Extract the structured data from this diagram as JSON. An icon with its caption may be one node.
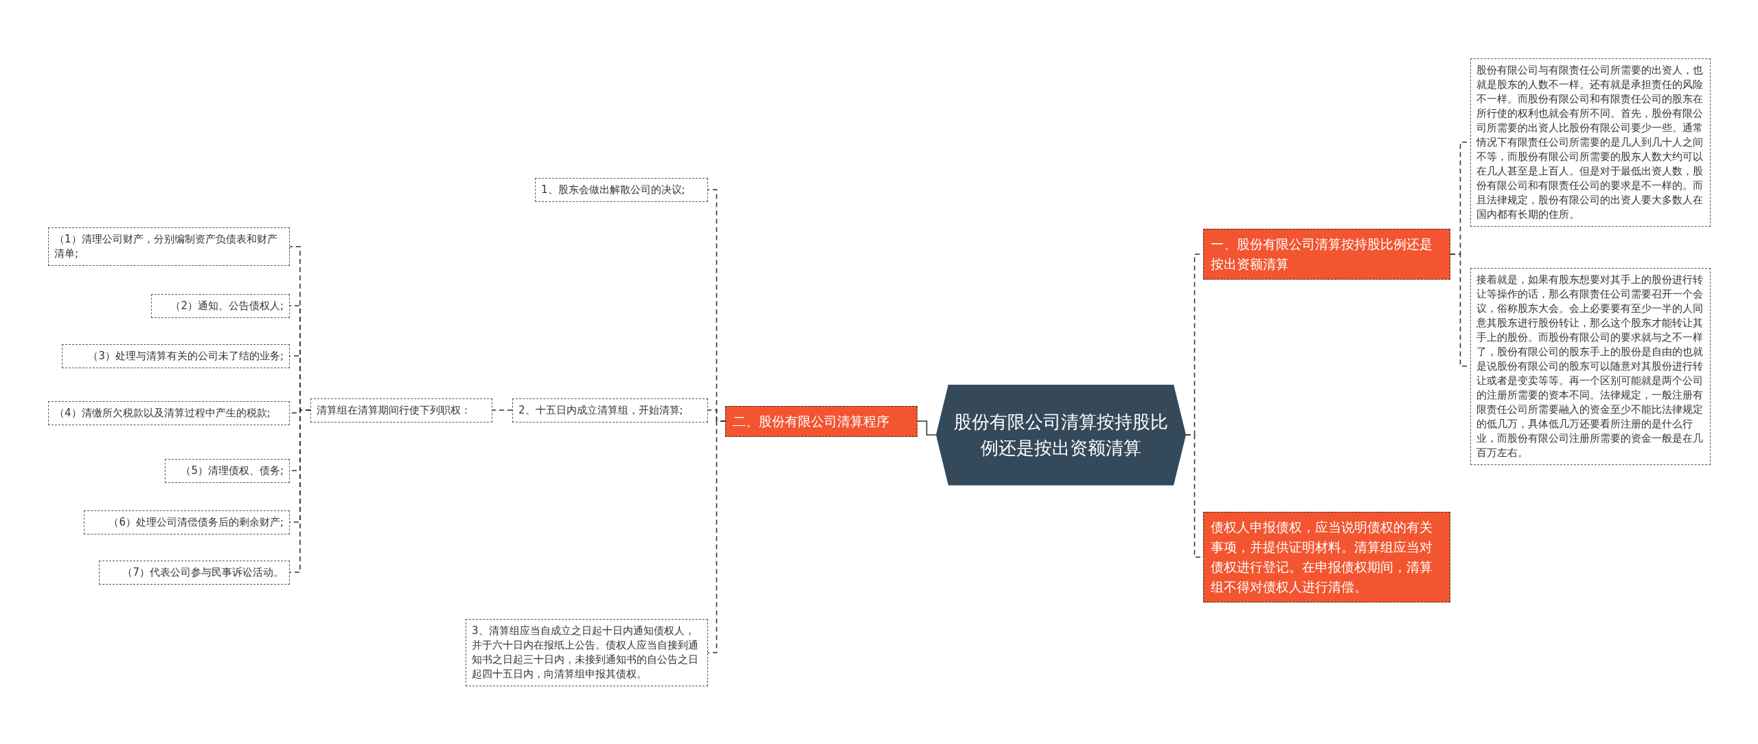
{
  "diagram": {
    "nodes": [
      {
        "text": [
          "股份有限公司清算按持股比例还是按出资额清算"
        ]
      },
      {
        "text": [
          "二、股份有限公司清算程序"
        ]
      },
      {
        "text": [
          "1、股东会做出解散公司的决议;"
        ]
      },
      {
        "text": [
          "2、十五日内成立清算组，开始清算;"
        ]
      },
      {
        "text": [
          "清算组在清算期间行使下列职权："
        ]
      },
      {
        "text": [
          "（1）清理公司财产，分别编制资产负债表和财产清单;"
        ]
      },
      {
        "text": [
          "（2）通知、公告债权人;"
        ]
      },
      {
        "text": [
          "（3）处理与清算有关的公司未了结的业务;"
        ]
      },
      {
        "text": [
          "（4）清缴所欠税款以及清算过程中产生的税款;"
        ]
      },
      {
        "text": [
          "（5）清理债权、债务;"
        ]
      },
      {
        "text": [
          "（6）处理公司清偿债务后的剩余财产;"
        ]
      },
      {
        "text": [
          "（7）代表公司参与民事诉讼活动。"
        ]
      },
      {
        "text": [
          "3、清算组应当自成立之日起十日内通知债权人，并于六十日内在报纸上公告。债权人应当自接到通知书之日起三十日内，未接到通知书的自公告之日起四十五日内，向清算组申报其债权。"
        ]
      },
      {
        "text": [
          "一、股份有限公司清算按持股比例还是按出资额清算"
        ]
      },
      {
        "text": [
          "股份有限公司与有限责任公司所需要的出资人，也就是股东的人数不一样。还有就是承担责任的风险不一样。而股份有限公司和有限责任公司的股东在所行使的权利也就会有所不同。首先，股份有限公司所需要的出资人比股份有限公司要少一些。通常情况下有限责任公司所需要的是几人到几十人之间不等，而股份有限公司所需要的股东人数大约可以在几人甚至是上百人。但是对于最低出资人数，股份有限公司和有限责任公司的要求是不一样的。而且法律规定，股份有限公司的出资人要大多数人在国内都有长期的住所。"
        ]
      },
      {
        "text": [
          "接着就是，如果有股东想要对其手上的股份进行转让等操作的话，那么有限责任公司需要召开一个会议，俗称股东大会。会上必要要有至少一半的人同意其股东进行股份转让，那么这个股东才能转让其手上的股份。而股份有限公司的要求就与之不一样了，股份有限公司的股东手上的股份是自由的也就是说股份有限公司的股东可以随意对其股份进行转让或者是变卖等等。再一个区别可能就是两个公司的注册所需要的资本不同。法律规定，一般注册有限责任公司所需要融入的资金至少不能比法律规定的低几万，具体低几万还要看所注册的是什么行业，而股份有限公司注册所需要的资金一般是在几百万左右。"
        ]
      },
      {
        "text": [
          "债权人申报债权，应当说明债权的有关事项，并提供证明材料。清算组应当对债权进行登记。在申报债权期间，清算组不得对债权人进行清偿。"
        ]
      }
    ],
    "edges": [
      {
        "from": 0,
        "to": 1,
        "arrow": "none"
      },
      {
        "from": 1,
        "to": 2,
        "arrow": "none",
        "style": "dashed"
      },
      {
        "from": 1,
        "to": 3,
        "arrow": "none",
        "style": "dashed"
      },
      {
        "from": 3,
        "to": 4,
        "arrow": "none",
        "style": "dashed"
      },
      {
        "from": 4,
        "to": 5,
        "arrow": "none",
        "style": "dashed"
      },
      {
        "from": 4,
        "to": 6,
        "arrow": "none",
        "style": "dashed"
      },
      {
        "from": 4,
        "to": 7,
        "arrow": "none",
        "style": "dashed"
      },
      {
        "from": 4,
        "to": 8,
        "arrow": "none",
        "style": "dashed"
      },
      {
        "from": 4,
        "to": 9,
        "arrow": "none",
        "style": "dashed"
      },
      {
        "from": 4,
        "to": 10,
        "arrow": "none",
        "style": "dashed"
      },
      {
        "from": 4,
        "to": 11,
        "arrow": "none",
        "style": "dashed"
      },
      {
        "from": 1,
        "to": 12,
        "arrow": "none",
        "style": "dashed"
      },
      {
        "from": 0,
        "to": 13,
        "arrow": "none",
        "style": "dashed"
      },
      {
        "from": 13,
        "to": 14,
        "arrow": "none",
        "style": "dashed"
      },
      {
        "from": 13,
        "to": 15,
        "arrow": "none",
        "style": "dashed"
      },
      {
        "from": 0,
        "to": 16,
        "arrow": "none",
        "style": "dashed"
      }
    ]
  }
}
